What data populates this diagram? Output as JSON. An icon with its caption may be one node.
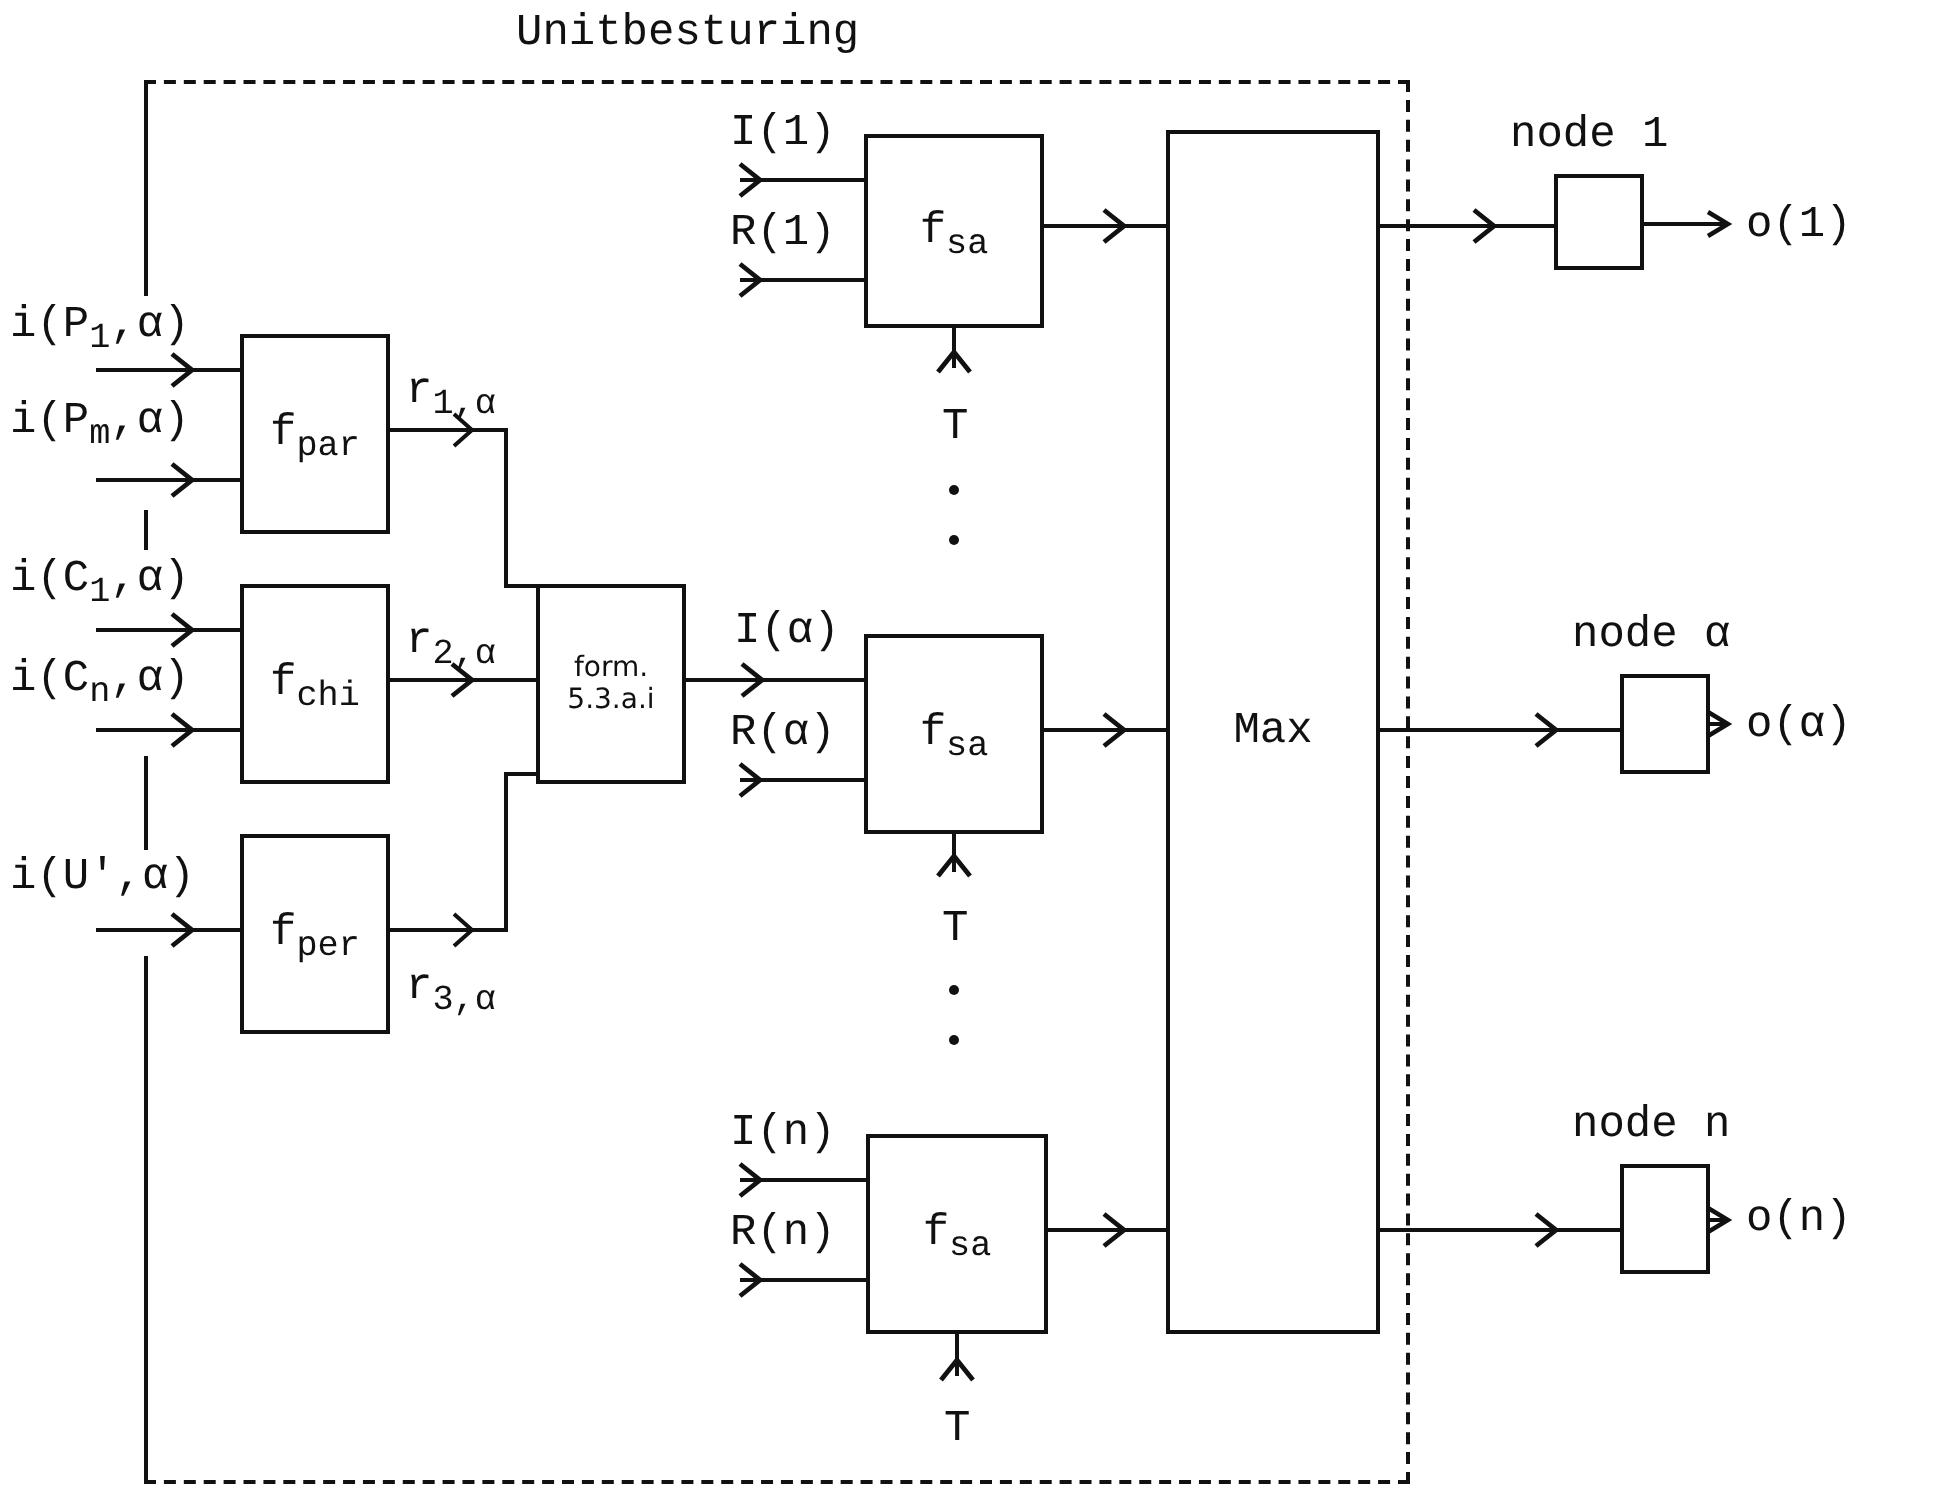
{
  "diagram": {
    "nodes": [
      {
        "text": [
          "Unitbesturing"
        ]
      },
      {
        "text": [
          "f$_{par}$"
        ],
        "in": 0
      },
      {
        "text": [
          "f$_{chi}$"
        ],
        "in": 0
      },
      {
        "text": [
          "f$_{per}$"
        ],
        "in": 0
      },
      {
        "text": [
          "form. 5.3.a.i"
        ],
        "in": 0
      },
      {
        "text": [
          "f$_{sa}$"
        ],
        "in": 0
      },
      {
        "text": [
          "f$_{sa}$"
        ],
        "in": 0
      },
      {
        "text": [
          "f$_{sa}$"
        ],
        "in": 0
      },
      {
        "text": [
          "Max"
        ],
        "in": 0
      },
      {
        "text": [
          "node 1"
        ]
      },
      {
        "text": [
          "node α"
        ]
      },
      {
        "text": [
          "node n"
        ]
      },
      {
        "text": [
          "o(1)"
        ]
      },
      {
        "text": [
          "o(α)"
        ]
      },
      {
        "text": [
          "o(n)"
        ]
      }
    ],
    "edges": [
      {
        "from": null,
        "to": 1,
        "arrow": "to",
        "label": "i(P$_{1}$,α)"
      },
      {
        "from": null,
        "to": 1,
        "arrow": "to",
        "label": "i(P$_{m}$,α)"
      },
      {
        "from": null,
        "to": 2,
        "arrow": "to",
        "label": "i(C$_{1}$,α)"
      },
      {
        "from": null,
        "to": 2,
        "arrow": "to",
        "label": "i(C$_{n}$,α)"
      },
      {
        "from": null,
        "to": 3,
        "arrow": "to",
        "label": "i(U',α)"
      },
      {
        "from": 1,
        "to": 4,
        "arrow": "to",
        "label": "r$_{1,α}$"
      },
      {
        "from": 2,
        "to": 4,
        "arrow": "to",
        "label": "r$_{2,α}$"
      },
      {
        "from": 3,
        "to": 4,
        "arrow": "to",
        "label": "r$_{3,α}$"
      },
      {
        "from": 4,
        "to": 6,
        "arrow": "to",
        "label": "I(α)"
      },
      {
        "from": null,
        "to": 5,
        "arrow": "to",
        "label": "I(1)"
      },
      {
        "from": null,
        "to": 5,
        "arrow": "to",
        "label": "R(1)"
      },
      {
        "from": null,
        "to": 6,
        "arrow": "to",
        "label": "R(α)"
      },
      {
        "from": null,
        "to": 7,
        "arrow": "to",
        "label": "I(n)"
      },
      {
        "from": null,
        "to": 7,
        "arrow": "to",
        "label": "R(n)"
      },
      {
        "from": null,
        "to": 5,
        "arrow": "to",
        "label": "T"
      },
      {
        "from": null,
        "to": 6,
        "arrow": "to",
        "label": "T"
      },
      {
        "from": null,
        "to": 7,
        "arrow": "to",
        "label": "T"
      },
      {
        "from": 5,
        "to": 8,
        "arrow": "to"
      },
      {
        "from": 6,
        "to": 8,
        "arrow": "to"
      },
      {
        "from": 7,
        "to": 8,
        "arrow": "to"
      },
      {
        "from": 8,
        "to": 9,
        "arrow": "to"
      },
      {
        "from": 8,
        "to": 10,
        "arrow": "to"
      },
      {
        "from": 8,
        "to": 11,
        "arrow": "to"
      },
      {
        "from": 9,
        "to": 12,
        "arrow": "to"
      },
      {
        "from": 10,
        "to": 13,
        "arrow": "to"
      },
      {
        "from": 11,
        "to": 14,
        "arrow": "to"
      }
    ]
  }
}
